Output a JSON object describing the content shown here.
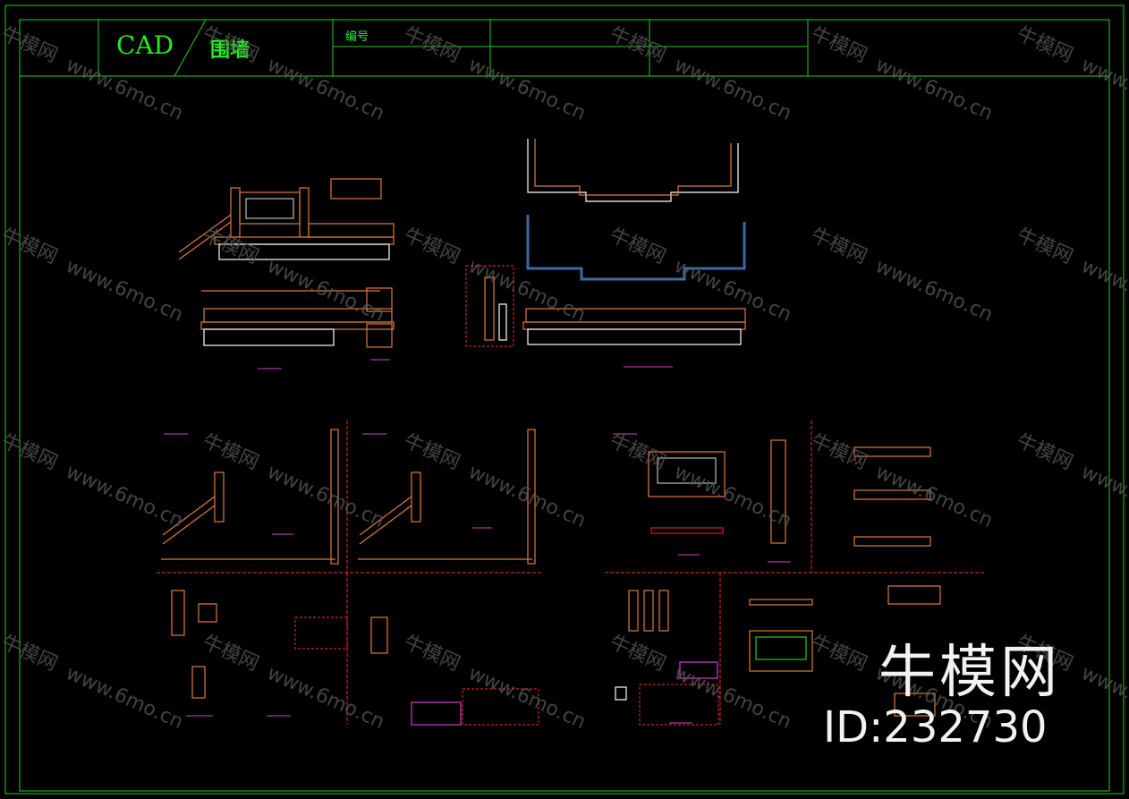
{
  "title_block": {
    "cad_label": "CAD",
    "name_label": "围墙",
    "number_label": "编号"
  },
  "watermark": {
    "logo_text": "牛模网",
    "site_text": "www.6mo.cn"
  },
  "branding": {
    "logo_text": "牛模网",
    "id_text": "ID:232730"
  },
  "colors": {
    "frame": "#22cc22",
    "title_text": "#22ee22",
    "railing": "#e07a3a",
    "section": "#cc2222",
    "magenta": "#d040d0",
    "steel": "#3a6aa0",
    "white": "#ffffff",
    "watermark": "#5a5a5a"
  }
}
